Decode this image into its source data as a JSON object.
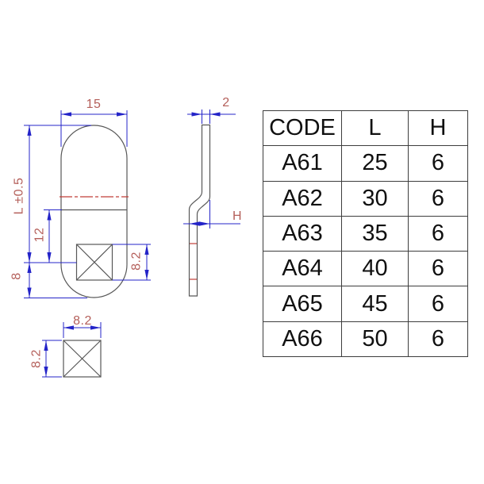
{
  "colors": {
    "outline": "#585858",
    "dim_line": "#2424c8",
    "dim_text": "#b45f5a",
    "center_line": "#c13f38"
  },
  "front_view": {
    "dim_width": "15",
    "dim_length": "L ±0.5",
    "dim_square_offset": "12",
    "dim_bottom": "8",
    "dim_square_size": "8.2"
  },
  "side_view": {
    "dim_thickness": "2",
    "dim_offset": "H"
  },
  "detail_view": {
    "dim_width": "8.2",
    "dim_height": "8.2"
  },
  "table": {
    "headers": {
      "code": "CODE",
      "l": "L",
      "h": "H"
    },
    "rows": [
      {
        "code": "A61",
        "l": "25",
        "h": "6"
      },
      {
        "code": "A62",
        "l": "30",
        "h": "6"
      },
      {
        "code": "A63",
        "l": "35",
        "h": "6"
      },
      {
        "code": "A64",
        "l": "40",
        "h": "6"
      },
      {
        "code": "A65",
        "l": "45",
        "h": "6"
      },
      {
        "code": "A66",
        "l": "50",
        "h": "6"
      }
    ]
  }
}
